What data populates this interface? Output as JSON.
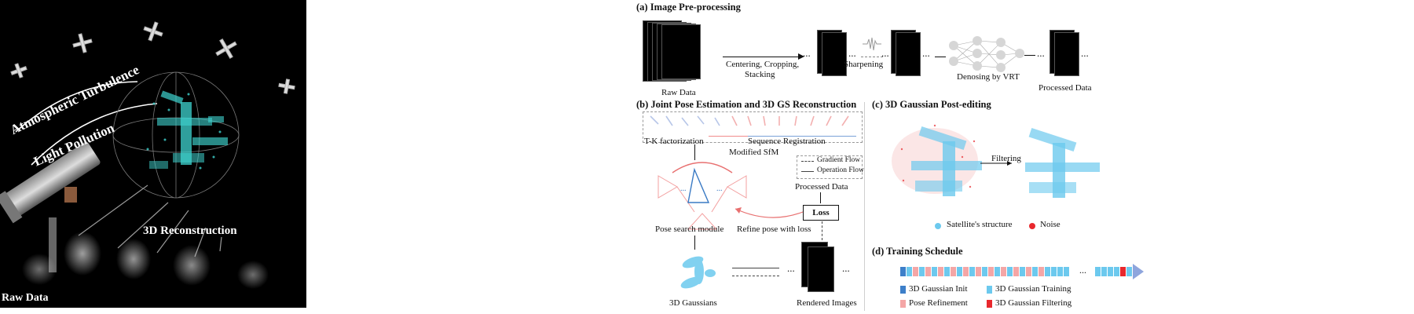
{
  "left": {
    "turbulence": "Atmospheric Turbulence",
    "pollution": "Light Pollution",
    "reconstruction": "3D Reconstruction",
    "raw": "Raw Data"
  },
  "a": {
    "title": "(a) Image Pre-processing",
    "raw_data": "Raw Data",
    "centering": "Centering, Cropping,",
    "stacking": "Stacking",
    "sharpening": "Sharpening",
    "denoise": "Denosing by VRT",
    "processed": "Processed Data",
    "ellipsis": "..."
  },
  "b": {
    "title": "(b) Joint Pose Estimation and 3D GS Reconstruction",
    "tk": "T-K factorization",
    "seqreg": "Sequence Registration",
    "sfm": "Modified SfM",
    "gradient": "Gradient Flow",
    "operation": "Operation Flow",
    "processed": "Processed Data",
    "loss": "Loss",
    "pose_module": "Pose search module",
    "refine": "Refine pose with loss",
    "gaussians": "3D Gaussians",
    "rendered": "Rendered Images",
    "ellipsis": "..."
  },
  "c": {
    "title": "(c) 3D Gaussian Post-editing",
    "filtering": "Filtering",
    "structure": "Satellite's structure",
    "noise": "Noise"
  },
  "d": {
    "title": "(d) Training Schedule",
    "init": "3D Gaussian Init",
    "training": "3D Gaussian Training",
    "pose": "Pose Refinement",
    "filter": "3D Gaussian Filtering",
    "ellipsis": "...",
    "colors": {
      "init": "#3d7fc9",
      "training": "#6cc9ee",
      "pose": "#f4a6a6",
      "filter": "#e8282d"
    }
  }
}
